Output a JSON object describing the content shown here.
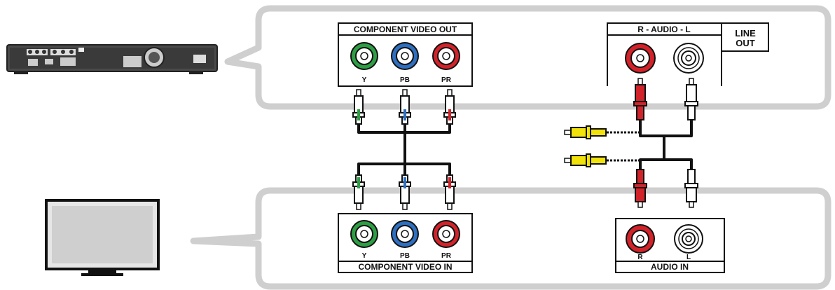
{
  "top_panel": {
    "component_out_title": "COMPONENT VIDEO OUT",
    "component_out_ports": [
      "Y",
      "PB",
      "PR"
    ],
    "audio_out_title": "R - AUDIO - L",
    "line_out_label_1": "LINE",
    "line_out_label_2": "OUT"
  },
  "bottom_panel": {
    "component_in_title": "COMPONENT VIDEO IN",
    "component_in_ports": [
      "Y",
      "PB",
      "PR"
    ],
    "audio_in_title": "AUDIO IN",
    "audio_in_ports": [
      "R",
      "L"
    ]
  },
  "colors": {
    "green": "#2e9e45",
    "blue": "#2f6fc0",
    "red": "#d2232a",
    "white": "#ffffff",
    "yellow": "#f2e20c",
    "panel_border": "#cfcfcf"
  }
}
